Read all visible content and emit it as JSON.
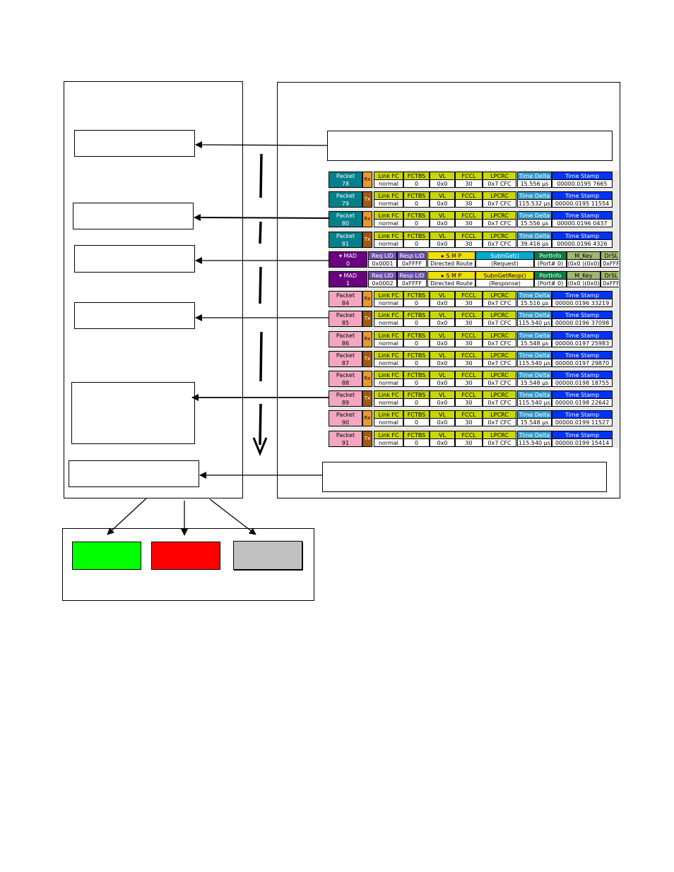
{
  "colors": {
    "link_hdr": "#c8d800",
    "time_delta_hdr": "#3399cc",
    "time_stamp_hdr": "#0033ff",
    "packet_teal": "#00808a",
    "packet_pink": "#f4a6c0",
    "rx_orange": "#e89a30",
    "tx_brown": "#a05a10",
    "mad_purple": "#6a0080",
    "lid_purple": "#7050b0",
    "smp_yellow": "#f0e000",
    "method_cyan": "#00aacc",
    "attr_green": "#008040",
    "mkey_olive": "#a0b870",
    "swatch_green": "#00ff00",
    "swatch_red": "#ff0000",
    "swatch_gray": "#c0c0c0"
  },
  "headers": {
    "packet": "Packet",
    "link_fc": "Link FC",
    "fctbs": "FCTBS",
    "vl": "VL",
    "fccl": "FCCL",
    "lpcrc": "LPCRC",
    "time_delta": "Time Delta",
    "time_stamp": "Time Stamp",
    "mad": "MAD",
    "req_lid": "Req LID",
    "resp_lid": "Resp LID",
    "smp": "S M P",
    "port_info": "PortInfo",
    "m_key": "M_Key",
    "drsl": "DrSL"
  },
  "packets": [
    {
      "num": "78",
      "dir": "Rx",
      "style": "teal",
      "link": "normal",
      "fctbs": "0",
      "vl": "0x0",
      "fccl": "30",
      "lpcrc": "0x7 CFC",
      "delta": "15.556 µs",
      "stamp": "00000.0195 7665"
    },
    {
      "num": "79",
      "dir": "Tx",
      "style": "teal",
      "link": "normal",
      "fctbs": "0",
      "vl": "0x0",
      "fccl": "30",
      "lpcrc": "0x7 CFC",
      "delta": "115.532 µs",
      "stamp": "00000.0195 11554"
    },
    {
      "num": "80",
      "dir": "Rx",
      "style": "teal",
      "link": "normal",
      "fctbs": "0",
      "vl": "0x0",
      "fccl": "30",
      "lpcrc": "0x7 CFC",
      "delta": "15.556 µs",
      "stamp": "00000.0196 0437"
    },
    {
      "num": "81",
      "dir": "Tx",
      "style": "teal",
      "link": "normal",
      "fctbs": "0",
      "vl": "0x0",
      "fccl": "30",
      "lpcrc": "0x7 CFC",
      "delta": "39.416 µs",
      "stamp": "00000.0196 4326"
    }
  ],
  "mads": [
    {
      "num": "0",
      "req_lid": "0x0001",
      "resp_lid": "0xFFFF",
      "route": "Directed Route",
      "method": "SubnGet()",
      "kind": "(Request)",
      "port": "(Port# 0)",
      "mkey": "(0x0 )(0x0)",
      "drsl": "0xFFF"
    },
    {
      "num": "1",
      "req_lid": "0x0002",
      "resp_lid": "0xFFFF",
      "route": "Directed Route",
      "method": "SubnGetResp()",
      "kind": "(Response)",
      "port": "(Port# 0)",
      "mkey": "(0x0 )(0x0)",
      "drsl": "0xFFF"
    }
  ],
  "packets2": [
    {
      "num": "84",
      "dir": "Rx",
      "link": "normal",
      "fctbs": "0",
      "vl": "0x0",
      "fccl": "30",
      "lpcrc": "0x7 CFC",
      "delta": "15.516 µs",
      "stamp": "00000.0196 33219"
    },
    {
      "num": "85",
      "dir": "Tx",
      "link": "normal",
      "fctbs": "0",
      "vl": "0x0",
      "fccl": "30",
      "lpcrc": "0x7 CFC",
      "delta": "115.540 µs",
      "stamp": "00000.0196 37098"
    },
    {
      "num": "86",
      "dir": "Rx",
      "link": "normal",
      "fctbs": "0",
      "vl": "0x0",
      "fccl": "30",
      "lpcrc": "0x7 CFC",
      "delta": "15.548 µs",
      "stamp": "00000.0197 25983"
    },
    {
      "num": "87",
      "dir": "Tx",
      "link": "normal",
      "fctbs": "0",
      "vl": "0x0",
      "fccl": "30",
      "lpcrc": "0x7 CFC",
      "delta": "115.540 µs",
      "stamp": "00000.0197 29870"
    },
    {
      "num": "88",
      "dir": "Rx",
      "link": "normal",
      "fctbs": "0",
      "vl": "0x0",
      "fccl": "30",
      "lpcrc": "0x7 CFC",
      "delta": "15.548 µs",
      "stamp": "00000.0198 18755"
    },
    {
      "num": "89",
      "dir": "Tx",
      "link": "normal",
      "fctbs": "0",
      "vl": "0x0",
      "fccl": "30",
      "lpcrc": "0x7 CFC",
      "delta": "115.540 µs",
      "stamp": "00000.0198 22642"
    },
    {
      "num": "90",
      "dir": "Rx",
      "link": "normal",
      "fctbs": "0",
      "vl": "0x0",
      "fccl": "30",
      "lpcrc": "0x7 CFC",
      "delta": "15.548 µs",
      "stamp": "00000.0199 11527"
    },
    {
      "num": "91",
      "dir": "Tx",
      "link": "normal",
      "fctbs": "0",
      "vl": "0x0",
      "fccl": "30",
      "lpcrc": "0x7 CFC",
      "delta": "115.540 µs",
      "stamp": "00000.0199 15414"
    }
  ]
}
